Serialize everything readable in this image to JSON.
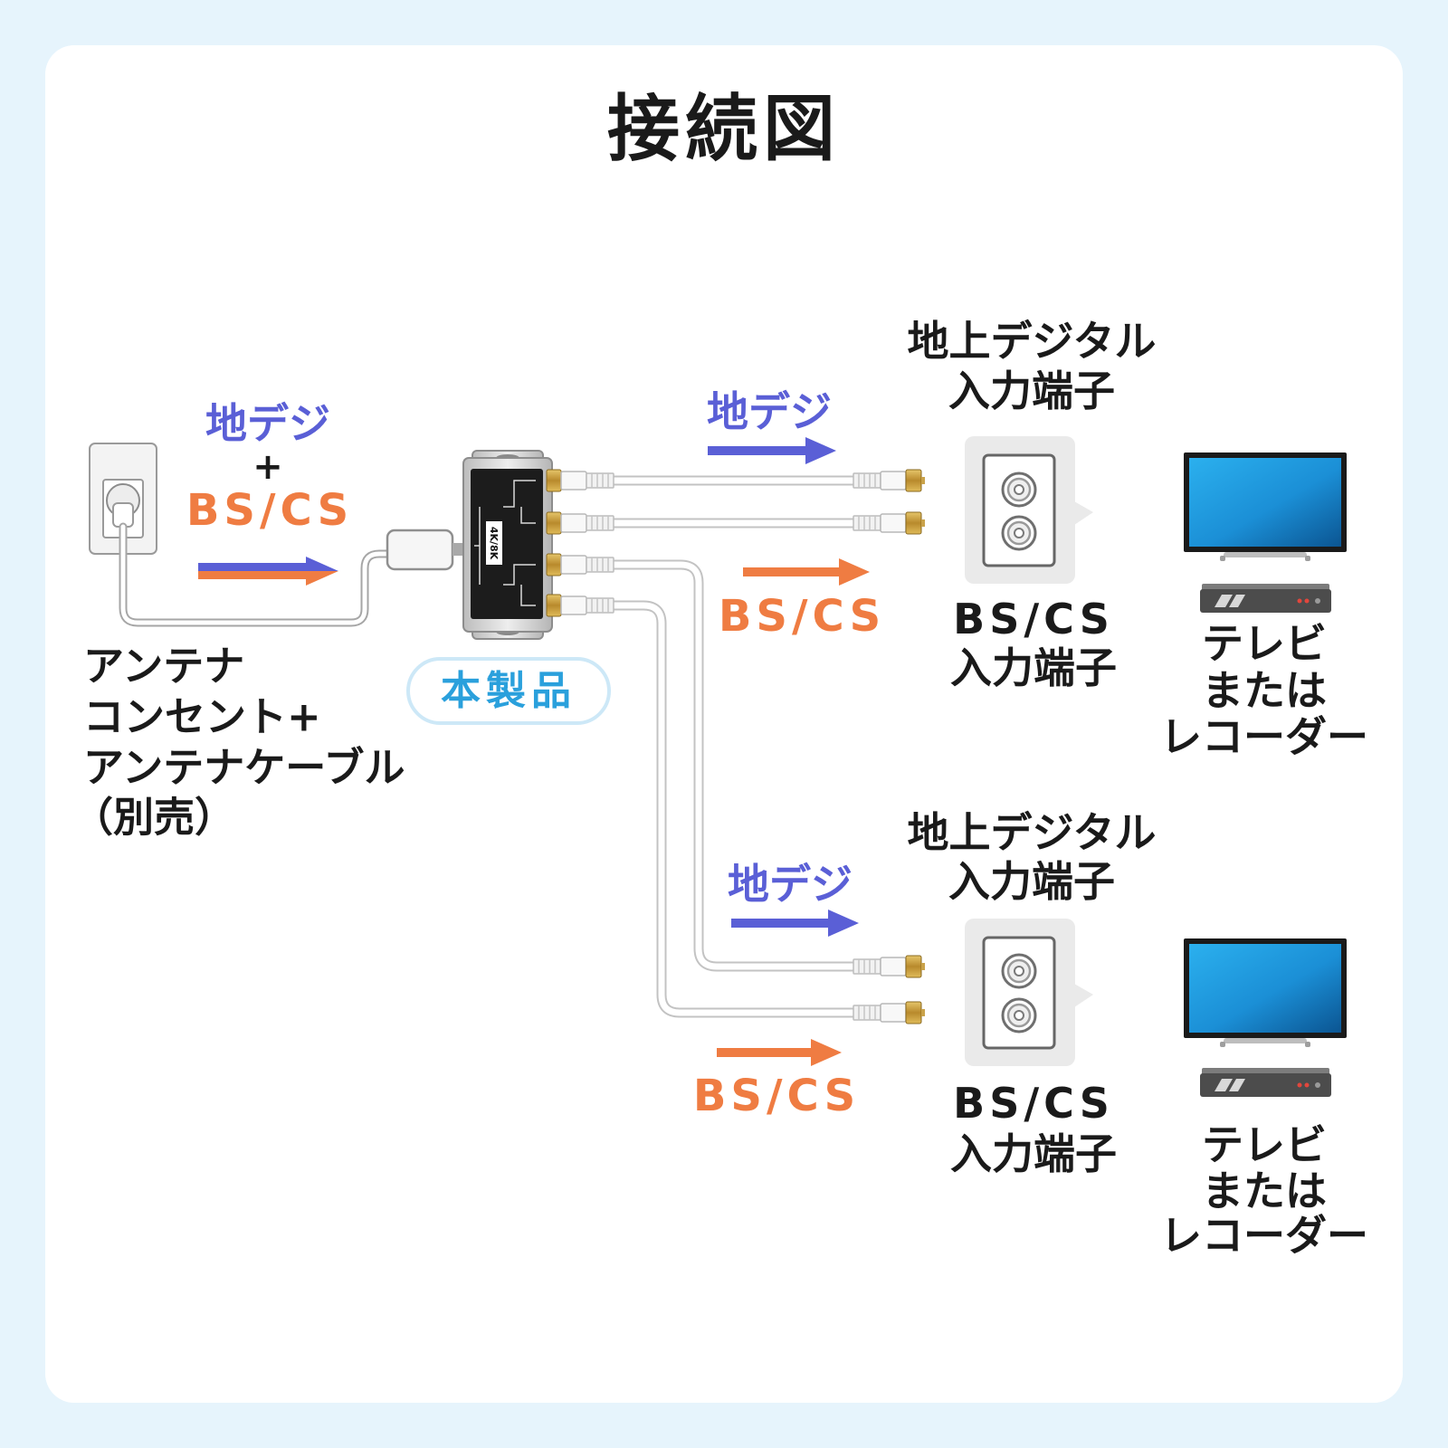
{
  "title": "接続図",
  "colors": {
    "background": "#e6f4fc",
    "card": "#ffffff",
    "terrestrial_signal": "#5a5fd6",
    "bs_cs_signal": "#ef7c42",
    "product_label_text": "#2aa0dc",
    "product_label_border": "#cde8f7",
    "tv_screen": "#1b8fd6",
    "text": "#1a1a1a"
  },
  "icons": {
    "antenna_outlet": "wall-outlet-icon",
    "product": "antenna-splitter-device",
    "wall_jack": "wall-antenna-jack-icon",
    "tv": "tv-icon",
    "recorder": "recorder-icon",
    "signal_arrow": "arrow-right-icon"
  },
  "source": {
    "terrestrial_signal": "地デジ",
    "plus": "+",
    "bs_cs_signal": "BS/CS",
    "antenna_label": [
      "アンテナ",
      "コンセント+",
      "アンテナケーブル",
      "（別売）"
    ]
  },
  "product": {
    "label": "本製品",
    "marking": "4K/8K"
  },
  "outputs": [
    {
      "terrestrial_signal": "地デジ",
      "bs_cs_signal": "BS/CS",
      "terrestrial_input": [
        "地上デジタル",
        "入力端子"
      ],
      "bs_cs_input": [
        "BS/CS",
        "入力端子"
      ],
      "device": [
        "テレビ",
        "または",
        "レコーダー"
      ]
    },
    {
      "terrestrial_signal": "地デジ",
      "bs_cs_signal": "BS/CS",
      "terrestrial_input": [
        "地上デジタル",
        "入力端子"
      ],
      "bs_cs_input": [
        "BS/CS",
        "入力端子"
      ],
      "device": [
        "テレビ",
        "または",
        "レコーダー"
      ]
    }
  ]
}
